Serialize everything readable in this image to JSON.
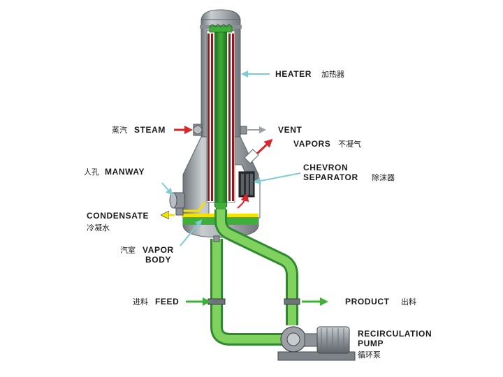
{
  "labels": {
    "heater_en": "HEATER",
    "heater_zh": "加热器",
    "steam_zh": "蒸汽",
    "steam_en": "STEAM",
    "vent_en": "VENT",
    "vapors_en": "VAPORS",
    "vapors_zh": "不凝气",
    "chevron_en_1": "CHEVRON",
    "chevron_en_2": "SEPARATOR",
    "chevron_zh": "除沫器",
    "manway_zh": "人孔",
    "manway_en": "MANWAY",
    "condensate_en": "CONDENSATE",
    "condensate_zh": "冷凝水",
    "vapor_body_zh": "汽室",
    "vapor_body_en_1": "VAPOR",
    "vapor_body_en_2": "BODY",
    "feed_zh": "进料",
    "feed_en": "FEED",
    "product_en": "PRODUCT",
    "product_zh": "出料",
    "pump_en_1": "RECIRCULATION",
    "pump_en_2": "PUMP",
    "pump_zh": "循环泵"
  },
  "colors": {
    "vessel": "#a9aeb2",
    "vessel_dark": "#6d7378",
    "liquid_green": "#6cc24a",
    "green_dark": "#2f8a2f",
    "tube_red": "#8e1b1b",
    "pointer_cyan": "#7ecbd6",
    "steam_red": "#d7262c",
    "condensate_yellow": "#f2e300",
    "vent_gray": "#9aa0a4"
  }
}
